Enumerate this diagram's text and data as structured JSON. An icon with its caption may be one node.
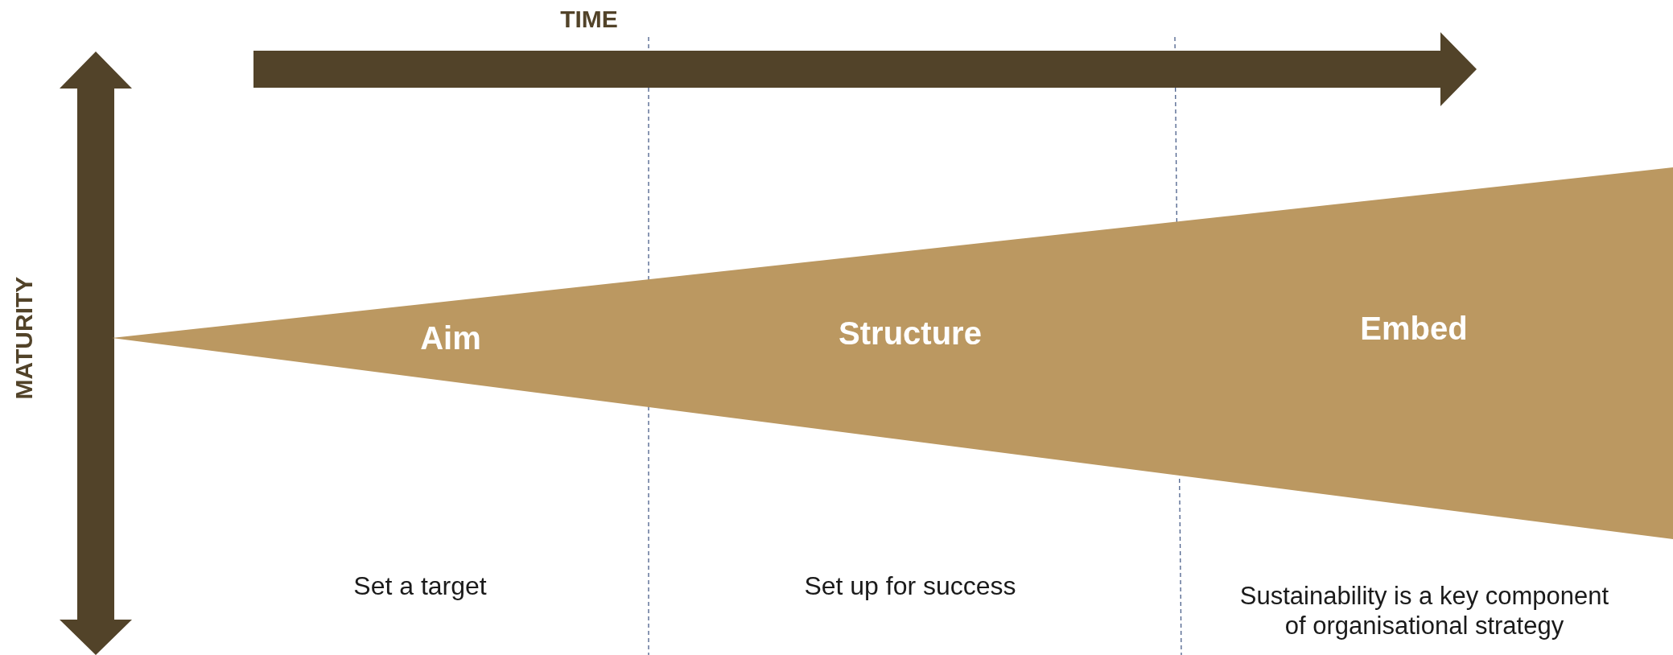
{
  "diagram": {
    "nodes": [
      {
        "text": [
          "Aim",
          "Structure",
          "Embed"
        ]
      }
    ],
    "labels": [
      "TIME",
      "MATURITY",
      "Set a target",
      "Set up for success",
      "Sustainability is a key component of organisational strategy"
    ]
  }
}
